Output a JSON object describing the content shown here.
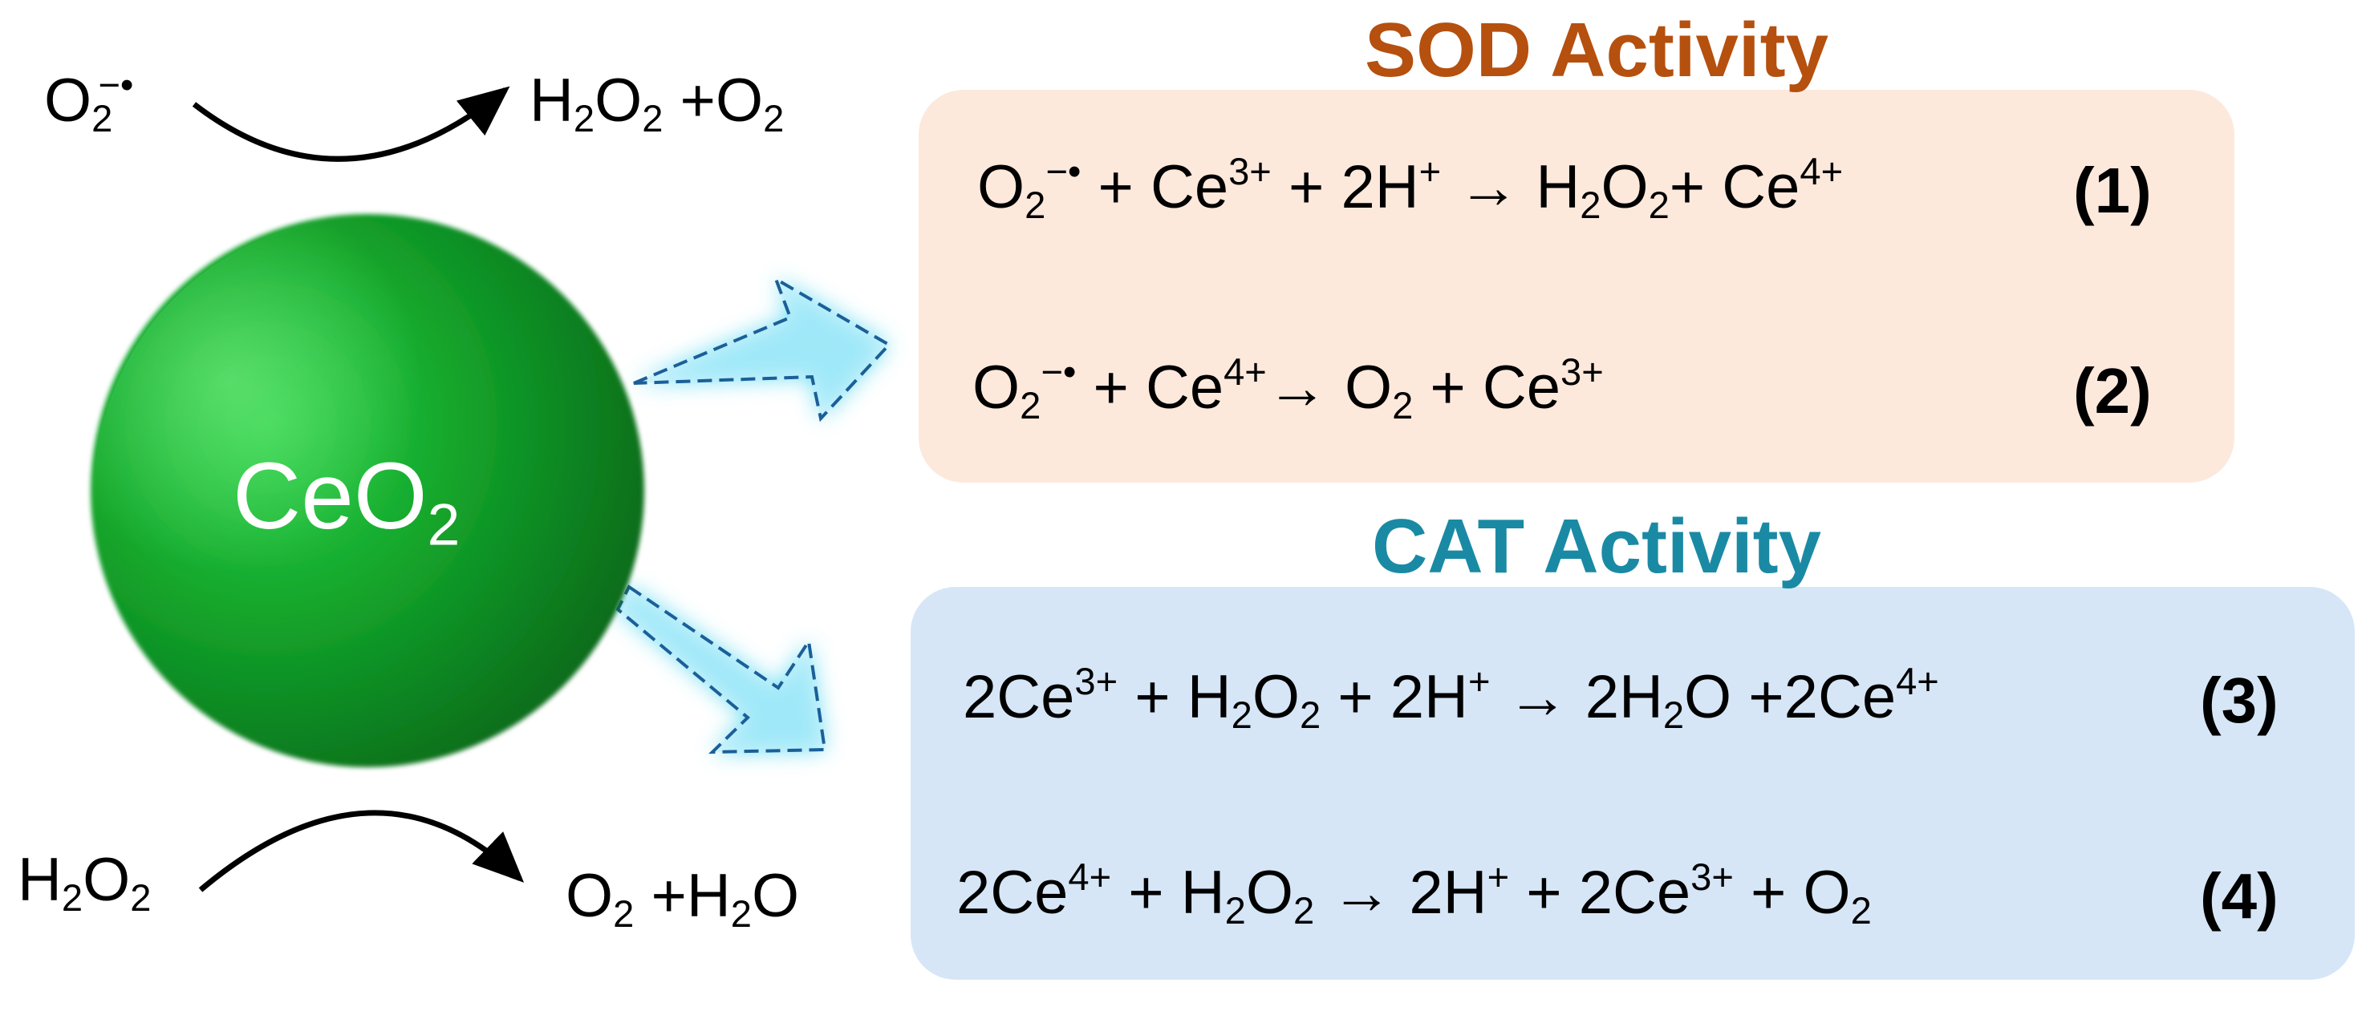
{
  "colors": {
    "sod_heading": "#b5500f",
    "cat_heading": "#1a8aa4",
    "sod_box": "#fde9dc",
    "cat_box": "#d6e6f6",
    "particle_main": "#14a82c",
    "particle_dark": "#096b1a",
    "arrow_glow": "#59d9f2",
    "arrow_stroke": "#1b5f99"
  },
  "particle": {
    "label_main": "CeO",
    "label_sub": "2"
  },
  "top_reaction": {
    "reactant": {
      "main": "O",
      "sub": "2",
      "sup": "−•"
    },
    "products": [
      {
        "a": "H",
        "a_sub": "2",
        "b": "O",
        "b_sub": "2"
      },
      {
        "plus": "+",
        "main": "O",
        "sub": "2"
      }
    ]
  },
  "bottom_reaction": {
    "reactant": {
      "a": "H",
      "a_sub": "2",
      "b": "O",
      "b_sub": "2"
    },
    "products": [
      {
        "main": "O",
        "sub": "2"
      },
      {
        "plus": "+",
        "a": "H",
        "a_sub": "2",
        "b": "O"
      }
    ]
  },
  "sod": {
    "heading": "SOD Activity",
    "eq1": {
      "o": "O",
      "o_sub": "2",
      "o_sup": "−•",
      "t1": " + Ce",
      "t1_sup": "3+",
      "t2": " + 2H",
      "t2_sup": "+",
      "arrow": " → ",
      "t3": "H",
      "t3_sub": "2",
      "t4": "O",
      "t4_sub": "2",
      "t5": "+ Ce",
      "t5_sup": "4+",
      "number": "(1)"
    },
    "eq2": {
      "o": "O",
      "o_sub": "2",
      "o_sup": "−•",
      "t1": " + Ce",
      "t1_sup": "4+",
      "arrow": "→ ",
      "t2": "O",
      "t2_sub": "2",
      "t3": " + Ce",
      "t3_sup": "3+",
      "number": "(2)"
    }
  },
  "cat": {
    "heading": "CAT Activity",
    "eq3": {
      "t0": "2Ce",
      "t0_sup": "3+",
      "t1": " + H",
      "t1_sub": "2",
      "t2": "O",
      "t2_sub": "2",
      "t3": " + 2H",
      "t3_sup": "+",
      "arrow": " → ",
      "t4": "2H",
      "t4_sub": "2",
      "t5": "O",
      "t6": " +2Ce",
      "t6_sup": "4+",
      "number": "(3)"
    },
    "eq4": {
      "t0": "2Ce",
      "t0_sup": "4+",
      "t1": " + H",
      "t1_sub": "2",
      "t2": "O",
      "t2_sub": "2",
      "arrow": " → ",
      "t3": "2H",
      "t3_sup": "+",
      "t4": " + 2Ce",
      "t4_sup": "3+",
      "t5": " + O",
      "t5_sub": "2",
      "number": "(4)"
    }
  }
}
